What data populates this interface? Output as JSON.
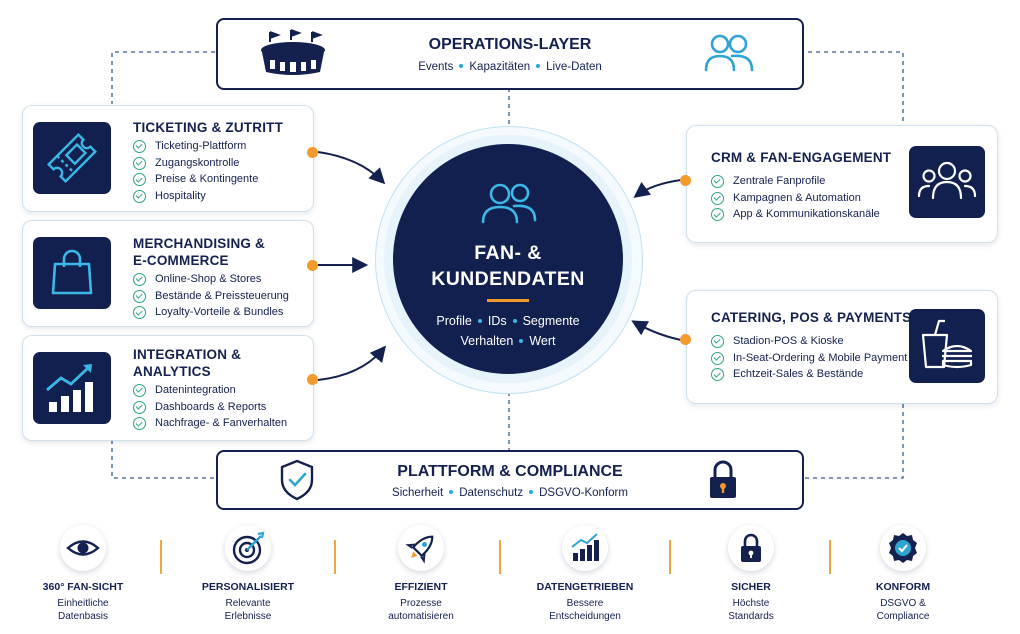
{
  "operations": {
    "title": "OPERATIONS-LAYER",
    "items": [
      "Events",
      "Kapazitäten",
      "Live-Daten"
    ],
    "left_icon": "stadium-icon",
    "right_icon": "users-icon"
  },
  "hub": {
    "title_line1": "FAN- &",
    "title_line2": "KUNDENDATEN",
    "row1": [
      "Profile",
      "IDs",
      "Segmente"
    ],
    "row2": [
      "Verhalten",
      "Wert"
    ],
    "icon": "users-icon"
  },
  "left_modules": [
    {
      "title_lines": [
        "TICKETING & ZUTRITT"
      ],
      "icon": "ticket-icon",
      "items": [
        "Ticketing-Plattform",
        "Zugangskontrolle",
        "Preise & Kontingente",
        "Hospitality"
      ]
    },
    {
      "title_lines": [
        "MERCHANDISING &",
        "E-COMMERCE"
      ],
      "icon": "shopping-bag-icon",
      "items": [
        "Online-Shop & Stores",
        "Bestände & Preissteuerung",
        "Loyalty-Vorteile & Bundles"
      ]
    },
    {
      "title_lines": [
        "INTEGRATION &",
        "ANALYTICS"
      ],
      "icon": "trend-chart-icon",
      "items": [
        "Datenintegration",
        "Dashboards & Reports",
        "Nachfrage- & Fanverhalten"
      ]
    }
  ],
  "right_modules": [
    {
      "title_lines": [
        "CRM & FAN-ENGAGEMENT"
      ],
      "icon": "users-icon",
      "items": [
        "Zentrale Fanprofile",
        "Kampagnen & Automation",
        "App & Kommunikationskanäle"
      ]
    },
    {
      "title_lines": [
        "CATERING, POS & PAYMENTS"
      ],
      "icon": "drink-burger-icon",
      "items": [
        "Stadion-POS & Kioske",
        "In-Seat-Ordering & Mobile Payment",
        "Echtzeit-Sales & Bestände"
      ]
    }
  ],
  "platform": {
    "title": "PLATTFORM & COMPLIANCE",
    "items": [
      "Sicherheit",
      "Datenschutz",
      "DSGVO-Konform"
    ],
    "left_icon": "shield-check-icon",
    "right_icon": "padlock-icon"
  },
  "features": [
    {
      "title": "360° FAN-SICHT",
      "lines": [
        "Einheitliche",
        "Datenbasis"
      ],
      "icon": "eye-icon"
    },
    {
      "title": "PERSONALISIERT",
      "lines": [
        "Relevante",
        "Erlebnisse"
      ],
      "icon": "target-icon"
    },
    {
      "title": "EFFIZIENT",
      "lines": [
        "Prozesse",
        "automatisieren"
      ],
      "icon": "rocket-icon"
    },
    {
      "title": "DATENGETRIEBEN",
      "lines": [
        "Bessere",
        "Entscheidungen"
      ],
      "icon": "bar-chart-icon"
    },
    {
      "title": "SICHER",
      "lines": [
        "Höchste",
        "Standards"
      ],
      "icon": "lock-icon"
    },
    {
      "title": "KONFORM",
      "lines": [
        "DSGVO &",
        "Compliance"
      ],
      "icon": "badge-check-icon"
    }
  ],
  "colors": {
    "navy": "#11204f",
    "accent": "#f39a2c",
    "check": "#2aa57f",
    "light_blue": "#3cb8e8"
  }
}
